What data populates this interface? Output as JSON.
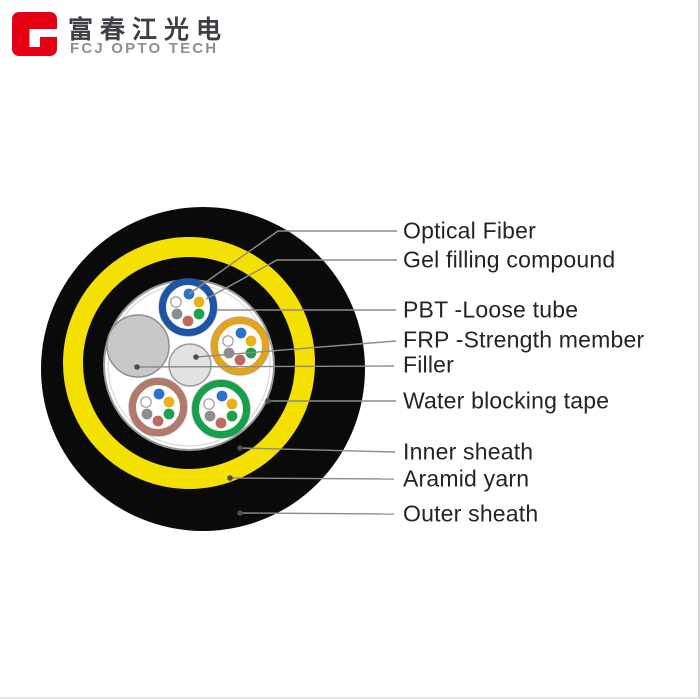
{
  "logo": {
    "company_name_cn": "富春江光电",
    "company_name_en": "FCJ OPTO TECH"
  },
  "diagram": {
    "type": "fiber-optic-cable-cross-section",
    "labels": [
      {
        "text": "Optical Fiber"
      },
      {
        "text": "Gel filling compound"
      },
      {
        "text": "PBT -Loose tube"
      },
      {
        "text": "FRP -Strength member"
      },
      {
        "text": "Filler"
      },
      {
        "text": "Water blocking tape"
      },
      {
        "text": "Inner sheath"
      },
      {
        "text": "Aramid yarn"
      },
      {
        "text": "Outer sheath"
      }
    ]
  },
  "colors": {
    "logo-red": "#e60014",
    "cn-text": "#3c4045",
    "en-text": "#8b9094",
    "label-text": "#242424",
    "sheath-black": "#0a0a0a",
    "aramid-yellow": "#f5e003",
    "tape-white": "#ffffff",
    "tape-edge": "#9a9a9a",
    "filler-gray": "#c8c8c8",
    "frp-gray": "#e2e2e2",
    "tube-blue": "#1c55a4",
    "tube-yellow": "#e2a31f",
    "tube-brown": "#b27a6a",
    "tube-green": "#16a04c",
    "fiber-blue": "#2b72cc",
    "fiber-white": "#ffffff",
    "fiber-yellow": "#eab119",
    "fiber-gray": "#8d8d8d",
    "fiber-green": "#1ea14f",
    "fiber-red": "#bf6a60",
    "leader-line": "#8c8c8c",
    "leader-dot": "#4d4d4d"
  }
}
